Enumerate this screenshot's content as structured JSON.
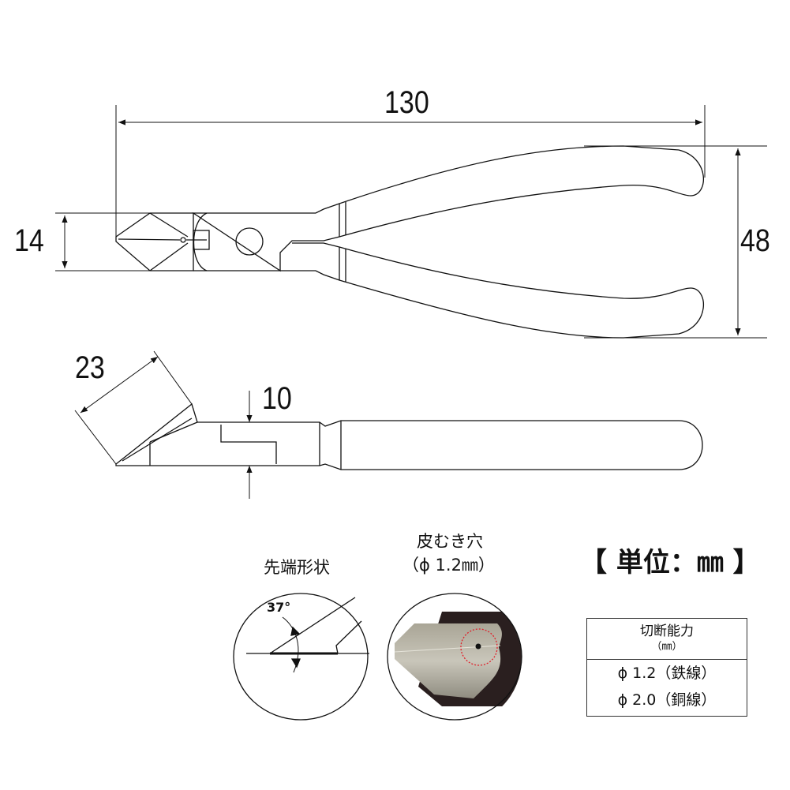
{
  "dimensions": {
    "length": "130",
    "jaw_height": "14",
    "handle_span": "48",
    "jaw_length": "23",
    "thickness": "10"
  },
  "tip_shape": {
    "title": "先端形状",
    "angle": "37°"
  },
  "strip_hole": {
    "title": "皮むき穴",
    "size": "（ϕ 1.2㎜）"
  },
  "unit_label": "【 単位：㎜ 】",
  "capacity_table": {
    "header": "切断能力",
    "header_unit": "（㎜）",
    "rows": [
      "ϕ 1.2（鉄線）",
      "ϕ 2.0（銅線）"
    ]
  },
  "colors": {
    "line": "#111111",
    "highlight": "#e0202a",
    "jaw_dark": "#2a1f1f",
    "blade": "#b5b2a6"
  }
}
